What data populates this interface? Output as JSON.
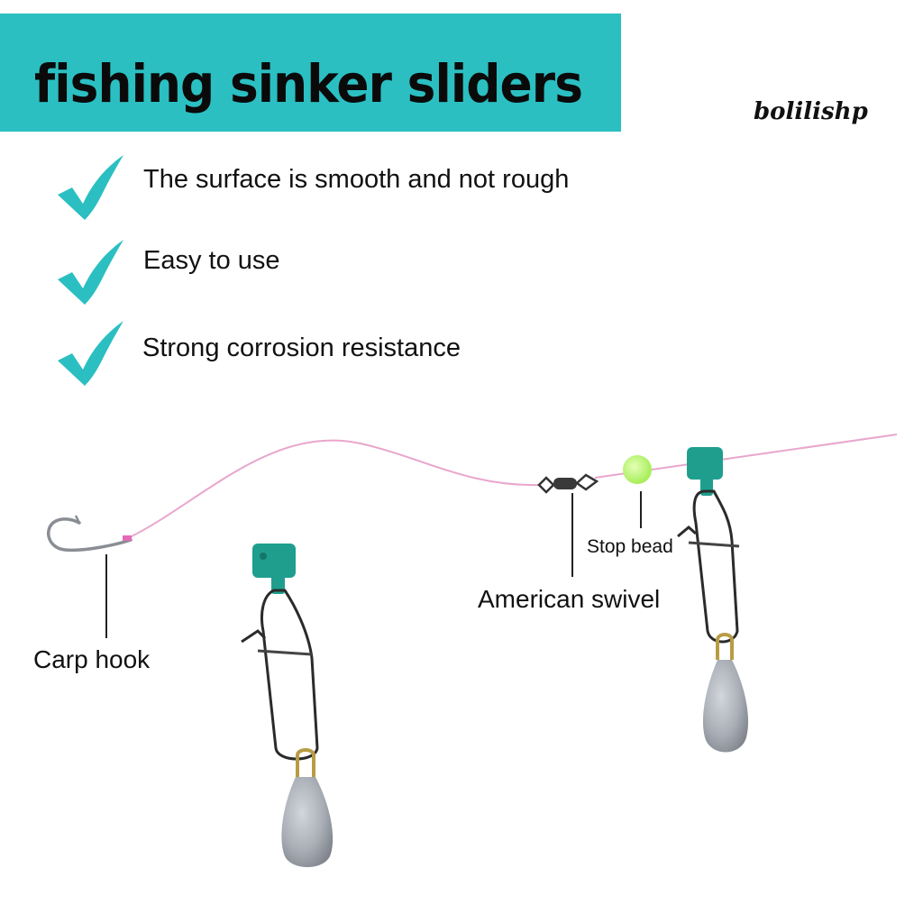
{
  "banner": {
    "title": "fishing sinker sliders",
    "color": "#2bbfc2"
  },
  "brand": {
    "name": "bolilishp"
  },
  "features": [
    {
      "icon": "checkmark-icon",
      "text": "The surface is smooth and not rough"
    },
    {
      "icon": "checkmark-icon",
      "text": "Easy to use"
    },
    {
      "icon": "checkmark-icon",
      "text": "Strong corrosion resistance"
    }
  ],
  "diagram": {
    "labels": {
      "carp_hook": "Carp hook",
      "american_swivel": "American swivel",
      "stop_bead": "Stop bead"
    },
    "colors": {
      "accent": "#2bbfc2",
      "slider": "#1f9e8e",
      "line": "#e9a6cc",
      "bead": "#b5f26a",
      "sinker": "#aeb3bb"
    }
  }
}
